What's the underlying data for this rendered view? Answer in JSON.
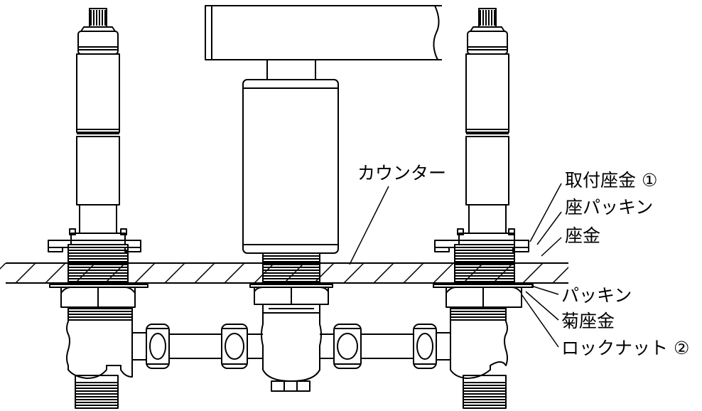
{
  "diagram": {
    "labels": {
      "counter": "カウンター",
      "mounting_washer": "取付座金 ①",
      "seat_packing": "座パッキン",
      "washer": "座金",
      "packing": "パッキン",
      "chrysanthemum_washer": "菊座金",
      "locknut": "ロックナット ②"
    }
  }
}
